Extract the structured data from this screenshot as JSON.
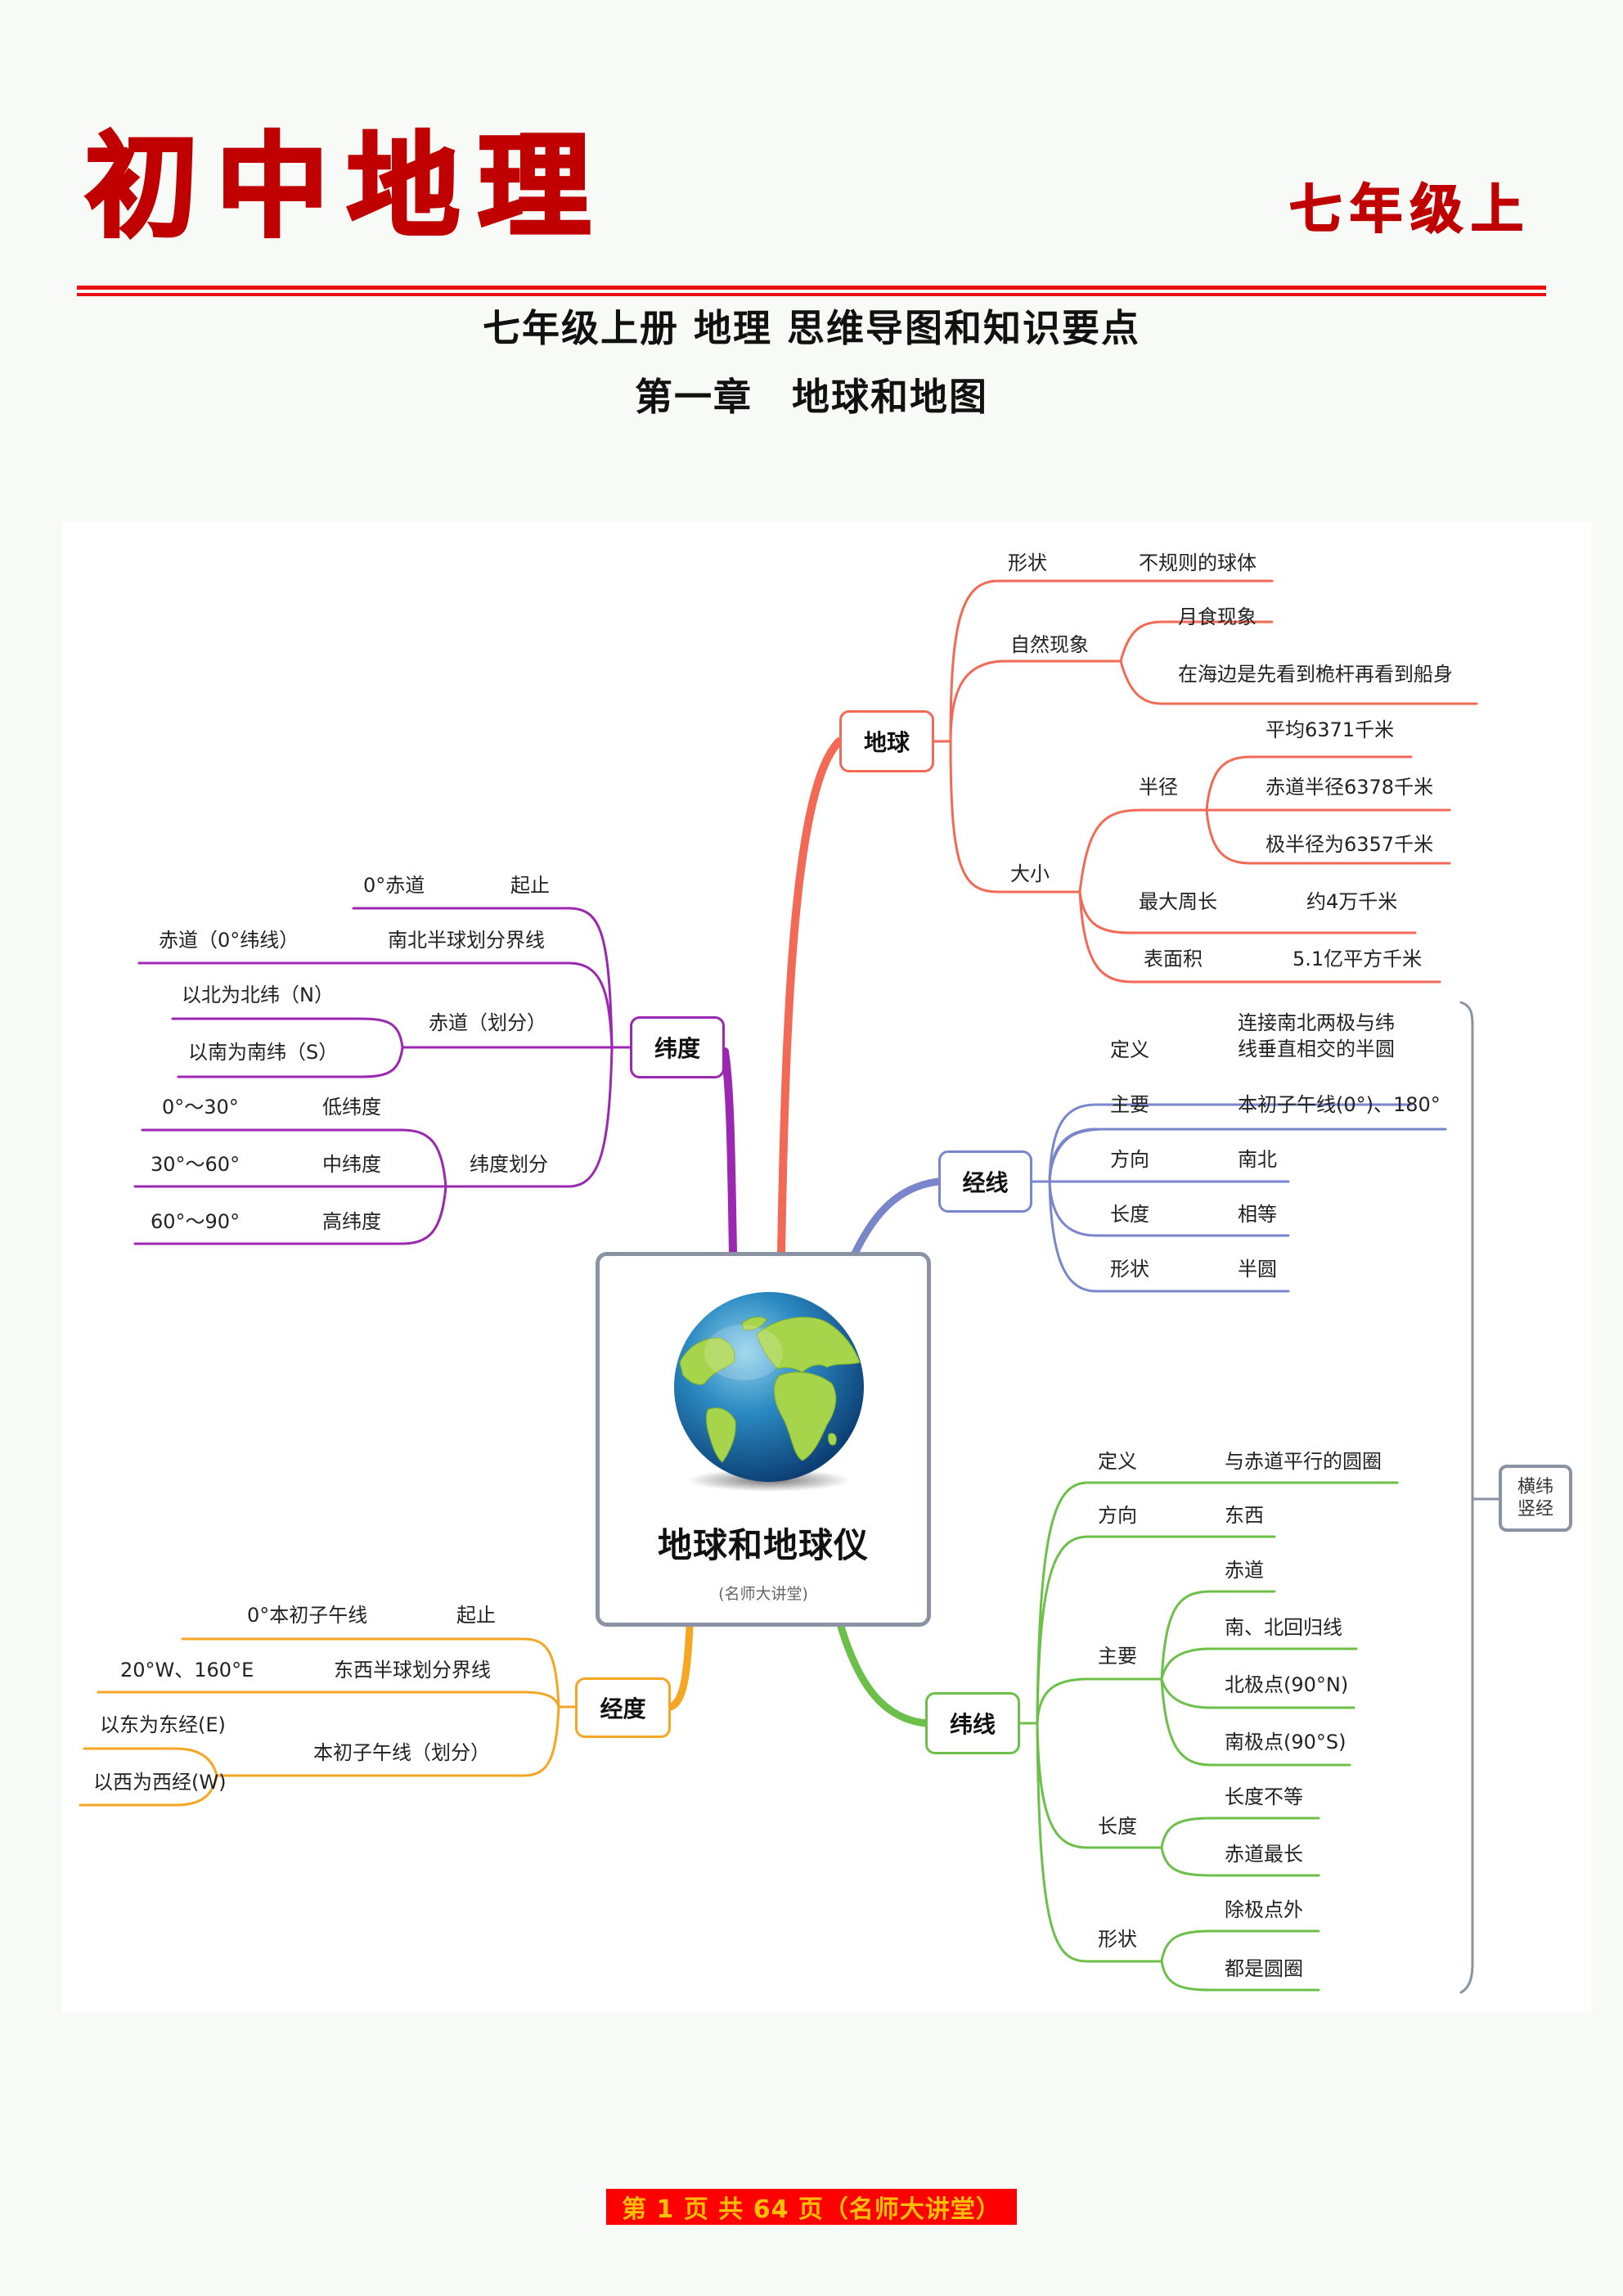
{
  "header": {
    "title": "初中地理",
    "grade": "七年级上",
    "subtitle": "七年级上册 地理 思维导图和知识要点",
    "chapter": "第一章　地球和地图"
  },
  "colors": {
    "header_red": "#c00000",
    "rule_red": "#e81010",
    "earth_branch": "#f26a55",
    "meridian_branch": "#7986cb",
    "latitude_branch": "#9c27b0",
    "longitude_branch": "#f5a623",
    "parallel_branch": "#6cc04a",
    "central_border": "#8a93a3",
    "footer_bg": "#ff0000",
    "footer_text": "#ffc000"
  },
  "central": {
    "icon": "globe-icon",
    "title": "地球和地球仪",
    "credit": "(名师大讲堂)"
  },
  "branches": {
    "earth": {
      "label": "地球",
      "shape": {
        "label": "形状",
        "value": "不规则的球体"
      },
      "phenomena": {
        "label": "自然现象",
        "items": [
          "月食现象",
          "在海边是先看到桅杆再看到船身"
        ]
      },
      "size": {
        "label": "大小",
        "radius": {
          "label": "半径",
          "items": [
            "平均6371千米",
            "赤道半径6378千米",
            "极半径为6357千米"
          ]
        },
        "circumference": {
          "label": "最大周长",
          "value": "约4万千米"
        },
        "area": {
          "label": "表面积",
          "value": "5.1亿平方千米"
        }
      }
    },
    "meridian": {
      "label": "经线",
      "rows": [
        {
          "label": "定义",
          "value_line1": "连接南北两极与纬",
          "value_line2": "线垂直相交的半圆"
        },
        {
          "label": "主要",
          "value": "本初子午线(0°)、180°"
        },
        {
          "label": "方向",
          "value": "南北"
        },
        {
          "label": "长度",
          "value": "相等"
        },
        {
          "label": "形状",
          "value": "半圆"
        }
      ]
    },
    "parallel": {
      "label": "纬线",
      "definition": {
        "label": "定义",
        "value": "与赤道平行的圆圈"
      },
      "direction": {
        "label": "方向",
        "value": "东西"
      },
      "main": {
        "label": "主要",
        "items": [
          "赤道",
          "南、北回归线",
          "北极点(90°N)",
          "南极点(90°S)"
        ]
      },
      "length": {
        "label": "长度",
        "items": [
          "长度不等",
          "赤道最长"
        ]
      },
      "shape": {
        "label": "形状",
        "items": [
          "除极点外",
          "都是圆圈"
        ]
      }
    },
    "latitude": {
      "label": "纬度",
      "start": {
        "label": "起止",
        "value": "0°赤道"
      },
      "boundary": {
        "label": "南北半球划分界线",
        "value": "赤道（0°纬线）"
      },
      "division": {
        "label": "赤道（划分）",
        "items": [
          "以北为北纬（N）",
          "以南为南纬（S）"
        ]
      },
      "zones": {
        "label": "纬度划分",
        "items": [
          {
            "range": "0°～30°",
            "name": "低纬度"
          },
          {
            "range": "30°～60°",
            "name": "中纬度"
          },
          {
            "range": "60°～90°",
            "name": "高纬度"
          }
        ]
      }
    },
    "longitude": {
      "label": "经度",
      "start": {
        "label": "起止",
        "value": "0°本初子午线"
      },
      "boundary": {
        "label": "东西半球划分界线",
        "value": "20°W、160°E"
      },
      "division": {
        "label": "本初子午线（划分）",
        "items": [
          "以东为东经(E)",
          "以西为西经(W)"
        ]
      }
    },
    "summary": {
      "line1": "横纬",
      "line2": "竖经"
    }
  },
  "footer": {
    "text": "第 1 页 共 64 页（名师大讲堂）"
  }
}
